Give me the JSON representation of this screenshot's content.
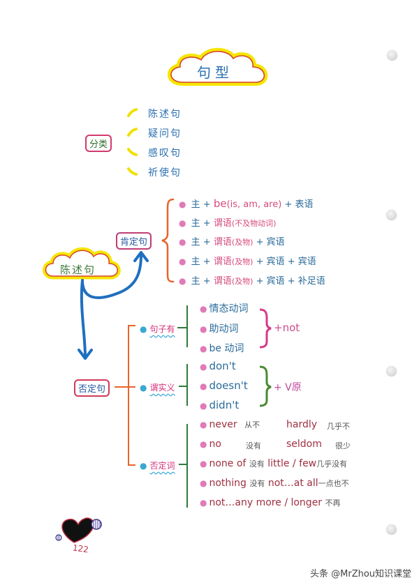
{
  "title": "句型",
  "classification": {
    "label": "分类",
    "items": [
      "陈述句",
      "疑问句",
      "感叹句",
      "祈使句"
    ]
  },
  "declarative": {
    "label": "陈述句",
    "affirmative": {
      "label": "肯定句",
      "patterns": [
        {
          "subject": "主",
          "plus1": "+",
          "verb": "be",
          "verb_note": "(is, am, are)",
          "plus2": "+",
          "rest": "表语"
        },
        {
          "subject": "主",
          "plus1": "+",
          "verb": "谓语",
          "verb_note": "(不及物动词)",
          "plus2": "",
          "rest": ""
        },
        {
          "subject": "主",
          "plus1": "+",
          "verb": "谓语",
          "verb_note": "(及物)",
          "plus2": "+",
          "rest": "宾语"
        },
        {
          "subject": "主",
          "plus1": "+",
          "verb": "谓语",
          "verb_note": "(及物)",
          "plus2": "+",
          "rest": "宾语 + 宾语"
        },
        {
          "subject": "主",
          "plus1": "+",
          "verb": "谓语",
          "verb_note": "(及物)",
          "plus2": "+",
          "rest": "宾语 + 补足语"
        }
      ]
    },
    "negative": {
      "label": "否定句",
      "branches": [
        {
          "label": "句子有",
          "items": [
            "情态动词",
            "助动词",
            "be 动词"
          ],
          "result": "+not"
        },
        {
          "label": "谓实义",
          "items": [
            "don't",
            "doesn't",
            "didn't"
          ],
          "result": "+ V原"
        },
        {
          "label": "否定词",
          "items": [
            {
              "word": "never",
              "meaning": "从不",
              "word2": "hardly",
              "meaning2": "几乎不"
            },
            {
              "word": "no",
              "meaning": "没有",
              "word2": "seldom",
              "meaning2": "很少"
            },
            {
              "word": "none of",
              "meaning": "没有",
              "word2": "little / few",
              "meaning2": "几乎没有"
            },
            {
              "word": "nothing",
              "meaning": "没有",
              "word2": "not…at all",
              "meaning2": "一点也不"
            },
            {
              "word": "not…any more / longer",
              "meaning": "不再",
              "word2": "",
              "meaning2": ""
            }
          ]
        }
      ]
    }
  },
  "page_number": "122",
  "watermark": "头条 @MrZhou知识课堂",
  "colors": {
    "highlight_yellow": "#f5e600",
    "cloud_outline": "#d9432f",
    "arrow_blue": "#1f6fc0",
    "bracket_orange": "#e8642c",
    "bracket_green": "#2f7a3a",
    "brace_pink": "#d63a86",
    "text_blue": "#2a6fb0"
  }
}
